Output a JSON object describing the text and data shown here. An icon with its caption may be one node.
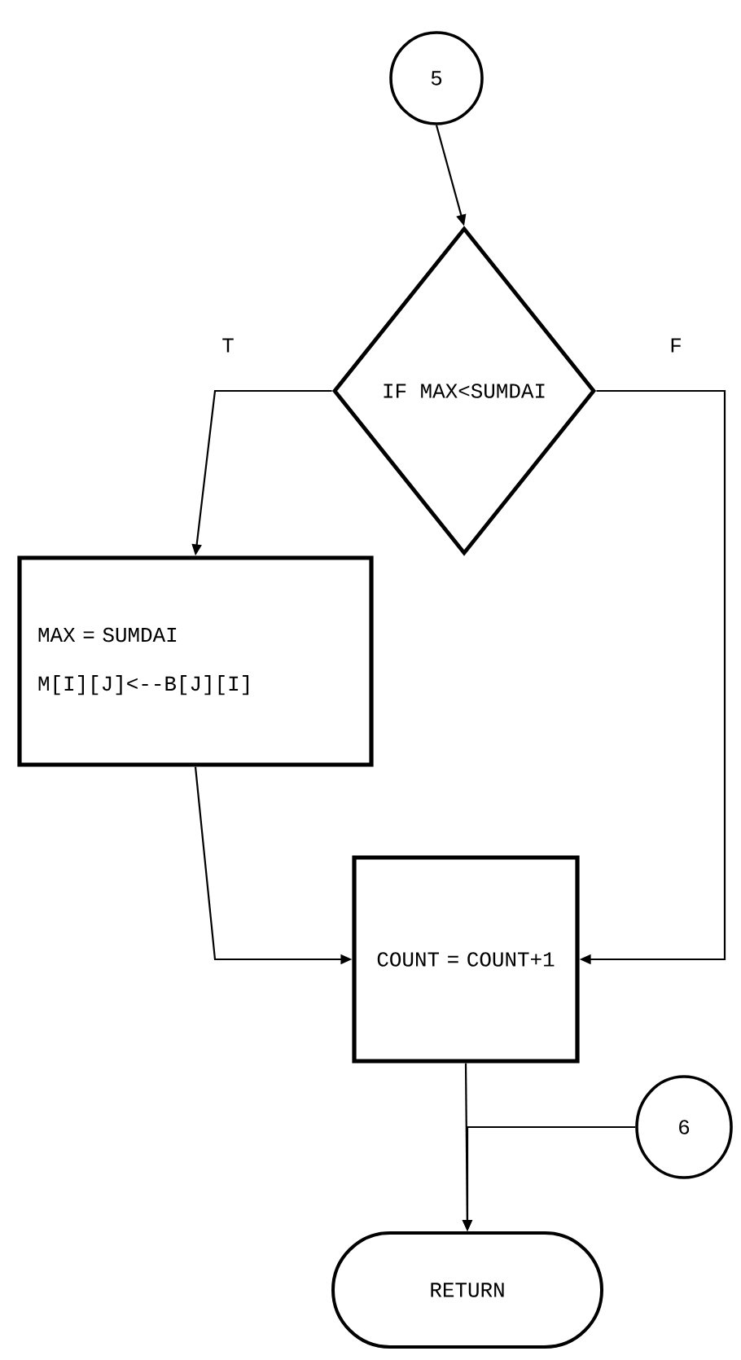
{
  "diagram": {
    "nodes": [
      {
        "text": [
          "5"
        ]
      },
      {
        "text": [
          "IF MAX<SUMDAI"
        ]
      },
      {
        "text": [
          "MAX = SUMDAI",
          "M[I][J]<--B[J][I]"
        ]
      },
      {
        "text": [
          "COUNT = COUNT+1"
        ]
      },
      {
        "text": [
          "6"
        ]
      },
      {
        "text": [
          "RETURN"
        ]
      }
    ],
    "edges": [
      {
        "from": 0,
        "to": 1,
        "arrow": "to"
      },
      {
        "from": 1,
        "to": 2,
        "arrow": "to",
        "label": "T"
      },
      {
        "from": 1,
        "to": 3,
        "arrow": "to",
        "label": "F"
      },
      {
        "from": 2,
        "to": 3,
        "arrow": "to"
      },
      {
        "from": 3,
        "to": 5,
        "arrow": "to"
      },
      {
        "from": 4,
        "to": 5,
        "arrow": "to"
      }
    ]
  }
}
